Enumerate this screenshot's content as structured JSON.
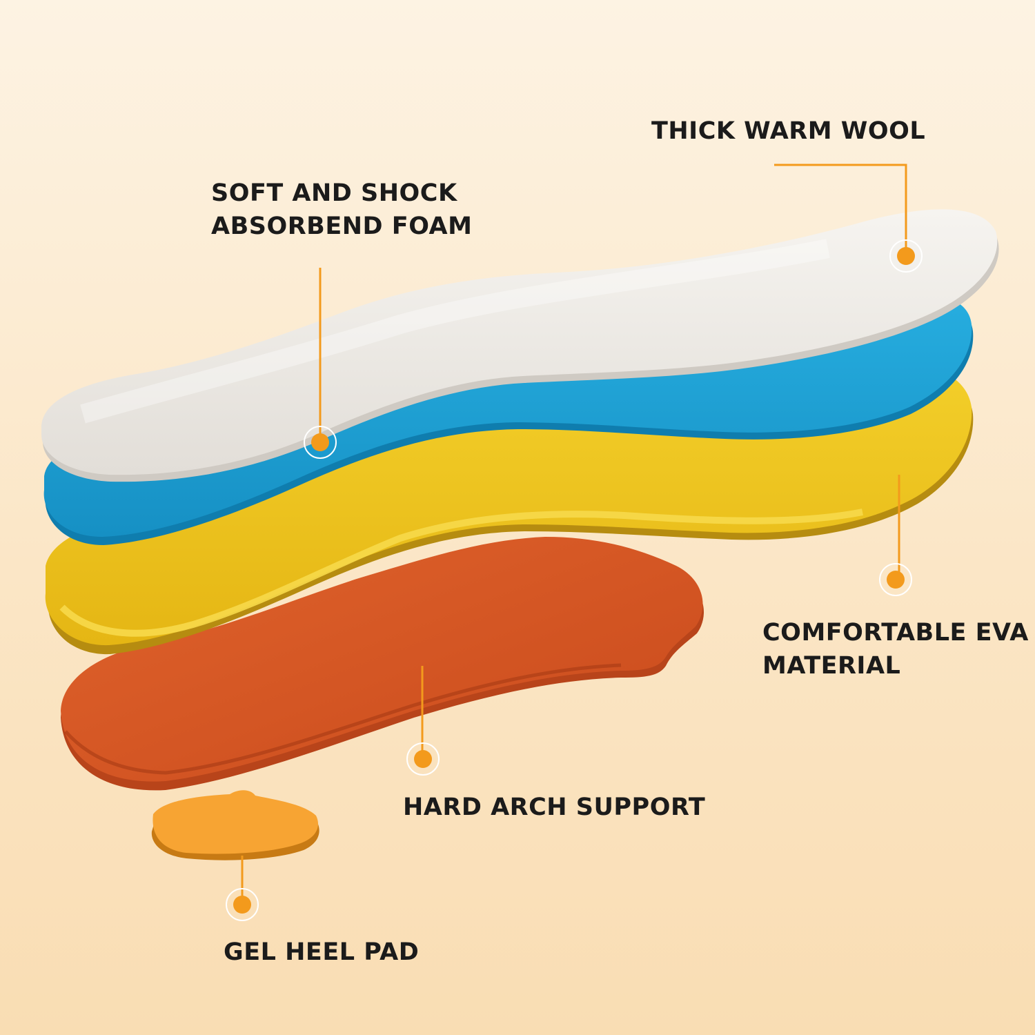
{
  "callouts": {
    "wool": {
      "text": "THICK WARM WOOL"
    },
    "foam": {
      "line1": "SOFT AND SHOCK",
      "line2": "ABSORBEND FOAM"
    },
    "eva": {
      "line1": "COMFORTABLE EVA",
      "line2": "MATERIAL"
    },
    "arch": {
      "text": "HARD ARCH SUPPORT"
    },
    "heel": {
      "text": "GEL HEEL PAD"
    }
  },
  "colors": {
    "background": "#fbe6c6",
    "wool": "#f2efea",
    "foam": "#1ea5d6",
    "eva": "#f0c41c",
    "arch": "#dc5e28",
    "heel_pad": "#f7a02e",
    "accent": "#f39a1c"
  }
}
